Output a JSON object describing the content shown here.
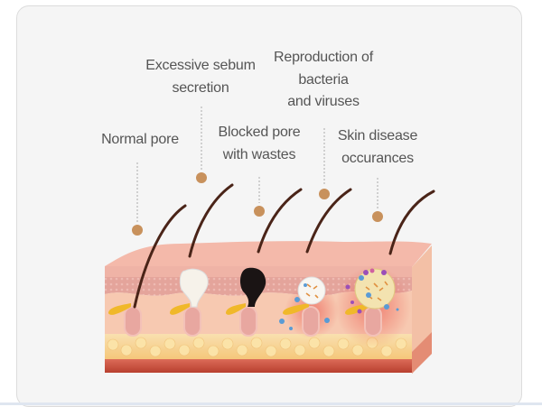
{
  "labels": {
    "normal_pore": "Normal pore",
    "excessive_sebum": [
      "Excessive sebum",
      "secretion"
    ],
    "blocked_pore": [
      "Blocked pore",
      "with wastes"
    ],
    "reproduction": [
      "Reproduction of",
      "bacteria",
      "and viruses"
    ],
    "skin_disease": [
      "Skin disease",
      "occurances"
    ]
  },
  "colors": {
    "marker": "#c8915c",
    "text": "#555555",
    "hair": "#4a2418",
    "epidermis": "#eeb1a4",
    "dermis": "#f7c8b0",
    "fat": "#f8d796",
    "base": "#cf5746"
  }
}
